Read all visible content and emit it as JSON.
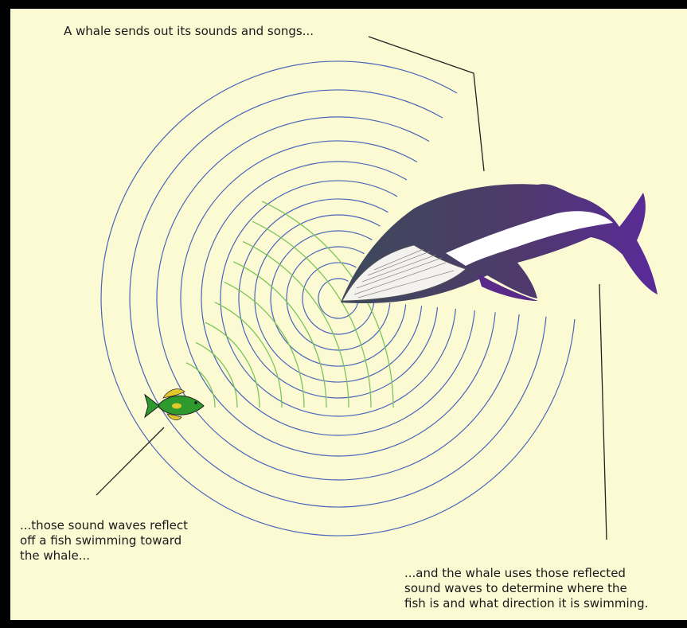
{
  "labels": {
    "sends": "A whale sends out its sounds and songs...",
    "reflect": "...those sound waves reflect\noff a fish swimming toward\nthe whale...",
    "determine": "...and the whale uses those reflected\nsound waves to determine where the\nfish is and what direction it is swimming."
  },
  "colors": {
    "background": "#fbfad3",
    "border": "#000000",
    "outgoing_waves": "#4a66b8",
    "reflected_waves": "#7dc55a",
    "whale_dark": "#3d4a5a",
    "whale_purple": "#5a2a8a",
    "fish_body": "#2e9a2e",
    "fish_fin": "#e2c82a"
  },
  "icons": {
    "whale": "humpback-whale-icon",
    "fish": "fish-icon"
  }
}
